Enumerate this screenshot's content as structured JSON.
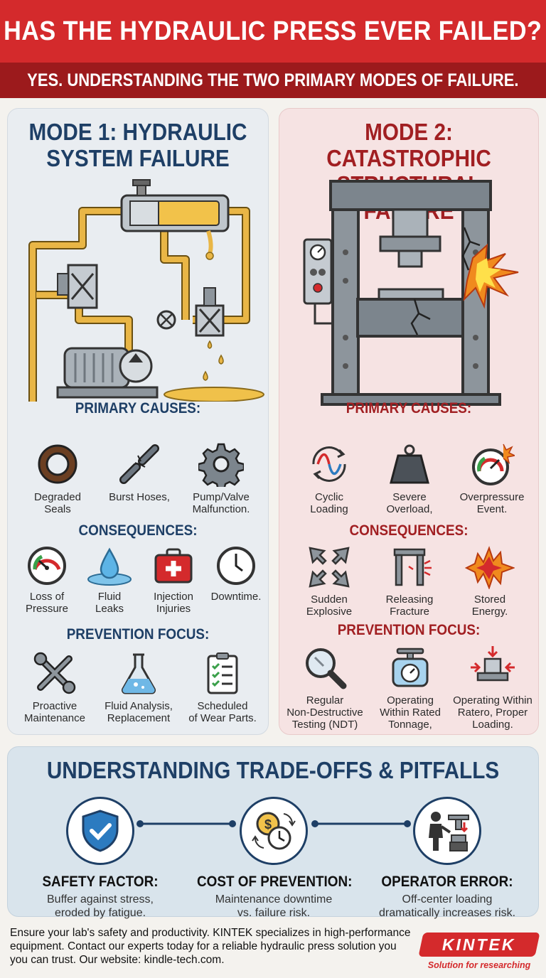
{
  "header": {
    "title": "HAS THE HYDRAULIC PRESS EVER FAILED?",
    "subtitle": "YES. UNDERSTANDING THE TWO PRIMARY MODES OF FAILURE."
  },
  "mode1": {
    "title_line1": "MODE 1: HYDRAULIC",
    "title_line2": "SYSTEM FAILURE",
    "causes_heading": "PRIMARY CAUSES:",
    "causes": [
      {
        "icon": "seal-ring-icon",
        "line1": "Degraded",
        "line2": "Seals"
      },
      {
        "icon": "burst-hose-icon",
        "line1": "Burst Hoses,",
        "line2": ""
      },
      {
        "icon": "gear-icon",
        "line1": "Pump/Valve",
        "line2": "Malfunction."
      }
    ],
    "consequences_heading": "CONSEQUENCES:",
    "consequences": [
      {
        "icon": "pressure-gauge-icon",
        "line1": "Loss of",
        "line2": "Pressure"
      },
      {
        "icon": "fluid-drop-icon",
        "line1": "Fluid",
        "line2": "Leaks"
      },
      {
        "icon": "first-aid-icon",
        "line1": "Injection",
        "line2": "Injuries"
      },
      {
        "icon": "clock-icon",
        "line1": "Downtime.",
        "line2": ""
      }
    ],
    "prevention_heading": "PREVENTION FOCUS:",
    "prevention": [
      {
        "icon": "wrench-icon",
        "line1": "Proactive",
        "line2": "Maintenance"
      },
      {
        "icon": "flask-icon",
        "line1": "Fluid Analysis,",
        "line2": "Replacement"
      },
      {
        "icon": "checklist-icon",
        "line1": "Scheduled",
        "line2": "of Wear Parts."
      }
    ]
  },
  "mode2": {
    "title_line1": "MODE 2: CATASTROPHIC",
    "title_line2": "STRUCTURAL FAILURE",
    "causes_heading": "PRIMARY CAUSES:",
    "causes": [
      {
        "icon": "cyclic-wave-icon",
        "line1": "Cyclic",
        "line2": "Loading"
      },
      {
        "icon": "weight-icon",
        "line1": "Severe",
        "line2": "Overload,"
      },
      {
        "icon": "overpressure-gauge-icon",
        "line1": "Overpressure",
        "line2": "Event."
      }
    ],
    "consequences_heading": "CONSEQUENCES:",
    "consequences": [
      {
        "icon": "explosion-arrows-icon",
        "line1": "Sudden",
        "line2": "Explosive"
      },
      {
        "icon": "fractured-frame-icon",
        "line1": "Releasing",
        "line2": "Fracture"
      },
      {
        "icon": "energy-burst-icon",
        "line1": "Stored",
        "line2": "Energy."
      }
    ],
    "prevention_heading": "PREVENTION FOCUS:",
    "prevention": [
      {
        "icon": "magnifier-icon",
        "line1": "Regular",
        "line2": "Non-Destructive",
        "line3": "Testing (NDT)"
      },
      {
        "icon": "scale-icon",
        "line1": "Operating",
        "line2": "Within Rated",
        "line3": "Tonnage,"
      },
      {
        "icon": "centered-load-icon",
        "line1": "Operating Within",
        "line2": "Ratero, Proper",
        "line3": "Loading."
      }
    ]
  },
  "tradeoffs": {
    "title": "UNDERSTANDING TRADE-OFFS & PITFALLS",
    "items": [
      {
        "icon": "shield-check-icon",
        "title": "SAFETY FACTOR:",
        "line1": "Buffer against stress,",
        "line2": "eroded by fatigue."
      },
      {
        "icon": "cost-time-icon",
        "title": "COST OF PREVENTION:",
        "line1": "Maintenance downtime",
        "line2": "vs. failure risk."
      },
      {
        "icon": "operator-icon",
        "title": "OPERATOR ERROR:",
        "line1": "Off-center loading",
        "line2": "dramatically increases risk."
      }
    ]
  },
  "footer": {
    "line1": "Ensure your lab's safety and productivity. KINTEK specializes in high-performance",
    "line2": "equipment. Contact our experts today for a reliable hydraulic press solution you",
    "line3": "you can trust. Our website: kindle-tech.com."
  },
  "logo": {
    "name": "KINTEK",
    "tagline": "Solution for researching"
  },
  "colors": {
    "red": "#d42a2c",
    "dark_red": "#9c1a1c",
    "navy": "#1e3f66",
    "panel_blue": "#e9edf1",
    "panel_pink": "#f6e3e3"
  }
}
